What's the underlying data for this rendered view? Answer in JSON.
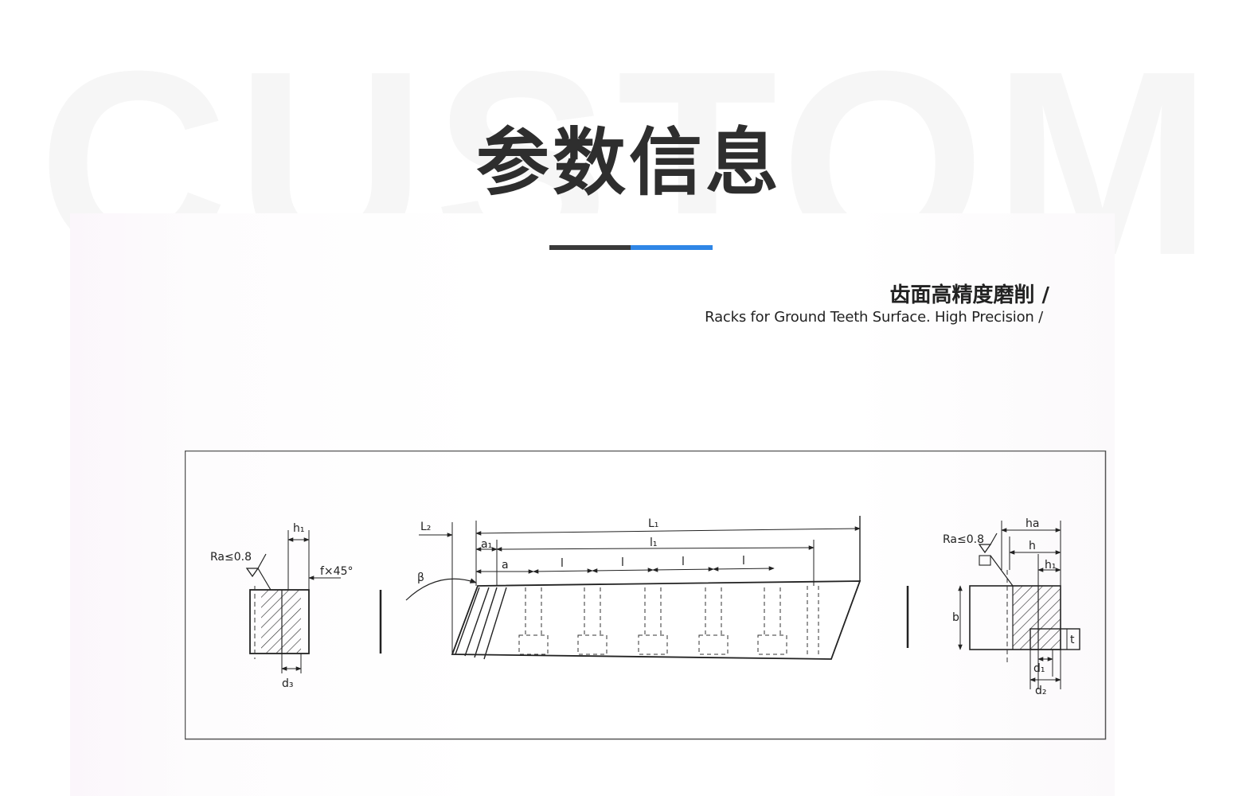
{
  "background_word": "CUSTOM",
  "title": "参数信息",
  "accent_colors": {
    "divider_dark": "#3a3a3a",
    "divider_blue": "#2f86e6"
  },
  "drawing": {
    "heading_cn": "齿面高精度磨削 /",
    "heading_en": "Racks for Ground Teeth Surface. High Precision /",
    "labels": {
      "left_ra": "Ra≤0.8",
      "left_h1": "h₁",
      "left_f": "f×45°",
      "left_d3": "d₃",
      "L2": "L₂",
      "L1": "L₁",
      "a1": "a₁",
      "l1": "l₁",
      "a": "a",
      "l": "l",
      "beta": "β",
      "right_ra": "Ra≤0.8",
      "ha": "ha",
      "h": "h",
      "right_h1": "h₁",
      "b": "b",
      "right_d1": "d₁",
      "right_d2": "d₂",
      "t": "t"
    }
  }
}
